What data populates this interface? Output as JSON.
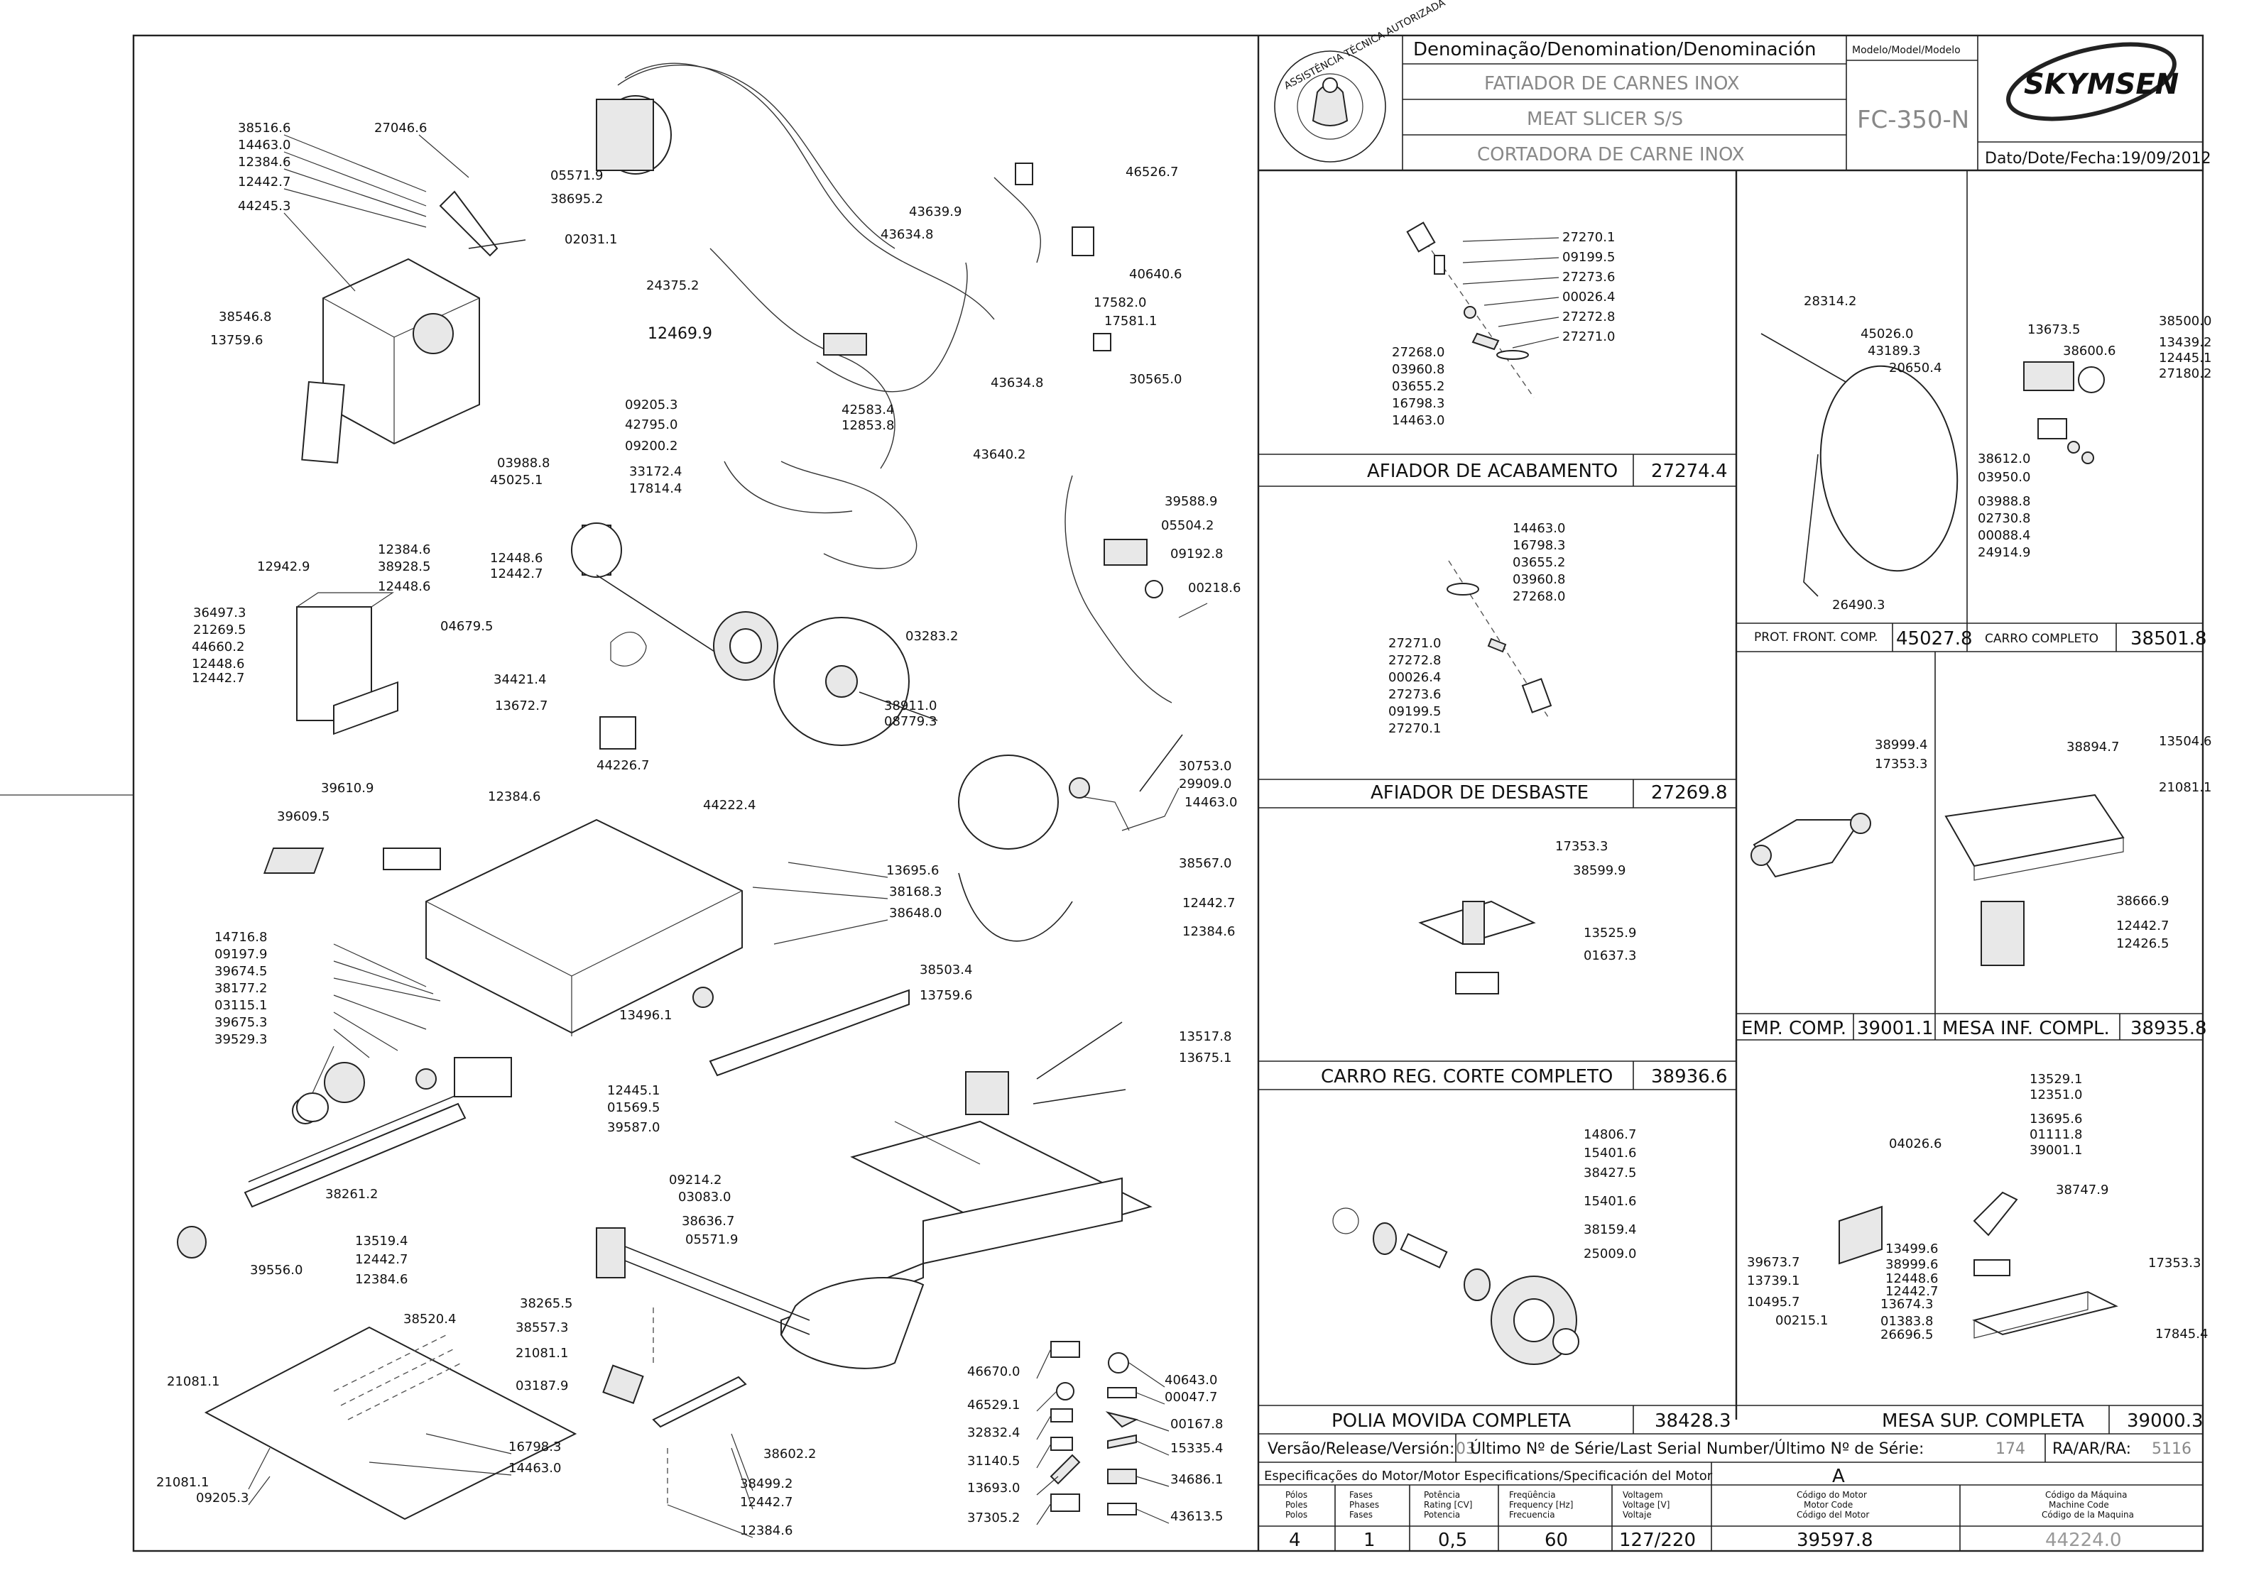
{
  "title_block": {
    "denomination_header": "Denominação/Denomination/Denominación",
    "name_pt": "FATIADOR DE CARNES INOX",
    "name_en": "MEAT SLICER S/S",
    "name_es": "CORTADORA DE CARNE INOX",
    "model_header": "Modelo/Model/Modelo",
    "model": "FC-350-N",
    "brand": "SKYMSEN",
    "date_label": "Dato/Dote/Fecha:19/09/2012",
    "stamp_text": "ASSISTÊNCIA TÉCNICA AUTORIZADA"
  },
  "main_diagram_labels": [
    "38516.6",
    "14463.0",
    "12384.6",
    "12442.7",
    "44245.3",
    "27046.6",
    "38546.8",
    "13759.6",
    "05571.9",
    "38695.2",
    "02031.1",
    "24375.2",
    "12469.9",
    "46526.7",
    "43639.9",
    "43634.8",
    "40640.6",
    "17582.0",
    "17581.1",
    "30565.0",
    "43634.8",
    "42583.4",
    "12853.8",
    "09205.3",
    "42795.0",
    "09200.2",
    "33172.4",
    "17814.4",
    "43640.2",
    "03988.8",
    "45025.1",
    "39588.9",
    "05504.2",
    "09192.8",
    "12448.6",
    "12442.7",
    "00218.6",
    "12942.9",
    "12384.6",
    "38928.5",
    "12448.6",
    "36497.3",
    "21269.5",
    "44660.2",
    "12448.6",
    "12442.7",
    "04679.5",
    "34421.4",
    "13672.7",
    "03283.2",
    "38911.0",
    "08779.3",
    "44226.7",
    "30753.0",
    "29909.0",
    "14463.0",
    "39610.9",
    "12384.6",
    "39609.5",
    "44222.4",
    "38567.0",
    "13695.6",
    "38168.3",
    "38648.0",
    "12442.7",
    "12384.6",
    "14716.8",
    "09197.9",
    "39674.5",
    "38177.2",
    "03115.1",
    "39675.3",
    "39529.3",
    "38503.4",
    "13759.6",
    "13496.1",
    "13517.8",
    "13675.1",
    "12445.1",
    "01569.5",
    "39587.0",
    "38261.2",
    "09214.2",
    "03083.0",
    "38636.7",
    "05571.9",
    "13519.4",
    "12442.7",
    "12384.6",
    "39556.0",
    "38520.4",
    "38265.5",
    "38557.3",
    "21081.1",
    "03187.9",
    "21081.1",
    "16798.3",
    "14463.0",
    "21081.1",
    "09205.3",
    "38602.2",
    "38499.2",
    "12442.7",
    "12384.6",
    "46670.0",
    "46529.1",
    "32832.4",
    "31140.5",
    "13693.0",
    "37305.2",
    "40643.0",
    "00047.7",
    "00167.8",
    "15335.4",
    "34686.1",
    "43613.5"
  ],
  "panels": {
    "afiador_acabamento": {
      "title": "AFIADOR DE ACABAMENTO",
      "code": "27274.4",
      "labels": [
        "27270.1",
        "09199.5",
        "27273.6",
        "00026.4",
        "27272.8",
        "27271.0",
        "27268.0",
        "03960.8",
        "03655.2",
        "16798.3",
        "14463.0"
      ]
    },
    "prot_front": {
      "title": "PROT. FRONT. COMP.",
      "code": "45027.8",
      "labels": [
        "28314.2",
        "45026.0",
        "43189.3",
        "20650.4",
        "26490.3"
      ]
    },
    "carro_completo": {
      "title": "CARRO COMPLETO",
      "code": "38501.8",
      "labels": [
        "38600.6",
        "38500.0",
        "13673.5",
        "13439.2",
        "12445.1",
        "27180.2",
        "38612.0",
        "03950.0",
        "03988.8",
        "02730.8",
        "00088.4",
        "24914.9"
      ]
    },
    "afiador_desbaste": {
      "title": "AFIADOR DE DESBASTE",
      "code": "27269.8",
      "labels": [
        "14463.0",
        "16798.3",
        "03655.2",
        "03960.8",
        "27268.0",
        "27271.0",
        "27272.8",
        "00026.4",
        "27273.6",
        "09199.5",
        "27270.1"
      ]
    },
    "emp_comp": {
      "title": "EMP. COMP.",
      "code": "39001.1",
      "labels": [
        "38999.4",
        "17353.3"
      ]
    },
    "mesa_inf": {
      "title": "MESA INF. COMPL.",
      "code": "38935.8",
      "labels": [
        "38894.7",
        "13504.6",
        "21081.1",
        "38666.9",
        "12442.7",
        "12426.5"
      ]
    },
    "carro_reg": {
      "title": "CARRO REG. CORTE COMPLETO",
      "code": "38936.6",
      "labels": [
        "17353.3",
        "38599.9",
        "13525.9",
        "01637.3"
      ]
    },
    "polia_movida": {
      "title": "POLIA MOVIDA COMPLETA",
      "code": "38428.3",
      "labels": [
        "14806.7",
        "15401.6",
        "38427.5",
        "15401.6",
        "38159.4",
        "25009.0"
      ]
    },
    "mesa_sup": {
      "title": "MESA SUP. COMPLETA",
      "code": "39000.3",
      "labels": [
        "13529.1",
        "12351.0",
        "13695.6",
        "01111.8",
        "39001.1",
        "04026.6",
        "38747.9",
        "39673.7",
        "13739.1",
        "10495.7",
        "00215.1",
        "13499.6",
        "38999.6",
        "12448.6",
        "12442.7",
        "13674.3",
        "01383.8",
        "26696.5",
        "17353.3",
        "17845.4"
      ]
    }
  },
  "release_row": {
    "version_label": "Versão/Release/Versión:",
    "version_value": "03",
    "serial_label": "Último Nº de Série/Last Serial Number/Último Nº de Série:",
    "serial_value": "174",
    "ra_label": "RA/AR/RA:",
    "ra_value": "5116"
  },
  "motor_spec": {
    "header": "Especificações do Motor/Motor Especifications/Specificación del Motor",
    "variant": "A",
    "columns": [
      {
        "h1": "Pólos",
        "h2": "Poles",
        "h3": "Polos",
        "value": "4"
      },
      {
        "h1": "Fases",
        "h2": "Phases",
        "h3": "Fases",
        "value": "1"
      },
      {
        "h1": "Potência",
        "h2": "Rating [CV]",
        "h3": "Potencia",
        "value": "0,5"
      },
      {
        "h1": "Freqüência",
        "h2": "Frequency [Hz]",
        "h3": "Frecuencia",
        "value": "60"
      },
      {
        "h1": "Voltagem",
        "h2": "Voltage [V]",
        "h3": "Voltaje",
        "value": "127/220"
      },
      {
        "h1": "Código do Motor",
        "h2": "Motor Code",
        "h3": "Código del Motor",
        "value": "39597.8"
      },
      {
        "h1": "Código da Máquina",
        "h2": "Machine Code",
        "h3": "Código de la Maquina",
        "value": "44224.0"
      }
    ]
  },
  "colors": {
    "ink": "#111111",
    "muted": "#888888",
    "paper": "#ffffff"
  }
}
